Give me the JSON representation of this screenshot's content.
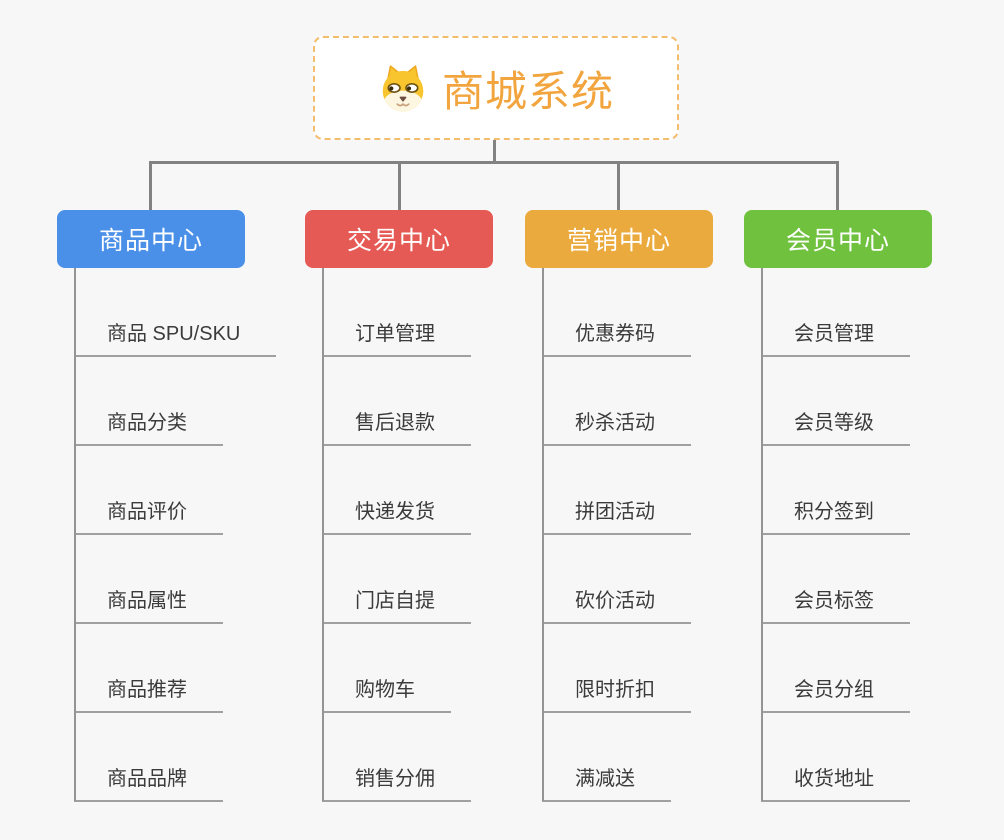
{
  "page": {
    "background": "#f7f7f7"
  },
  "root": {
    "title": "商城系统",
    "icon": "dog-face-icon",
    "title_color": "#f2a53e",
    "border_color": "#f2bd6d"
  },
  "connector_color": "#828282",
  "branches": [
    {
      "label": "商品中心",
      "color": "#4a90e8",
      "items": [
        "商品 SPU/SKU",
        "商品分类",
        "商品评价",
        "商品属性",
        "商品推荐",
        "商品品牌"
      ]
    },
    {
      "label": "交易中心",
      "color": "#e65a55",
      "items": [
        "订单管理",
        "售后退款",
        "快递发货",
        "门店自提",
        "购物车",
        "销售分佣"
      ]
    },
    {
      "label": "营销中心",
      "color": "#ebaa3d",
      "items": [
        "优惠券码",
        "秒杀活动",
        "拼团活动",
        "砍价活动",
        "限时折扣",
        "满减送"
      ]
    },
    {
      "label": "会员中心",
      "color": "#6fc13e",
      "items": [
        "会员管理",
        "会员等级",
        "积分签到",
        "会员标签",
        "会员分组",
        "收货地址"
      ]
    }
  ]
}
